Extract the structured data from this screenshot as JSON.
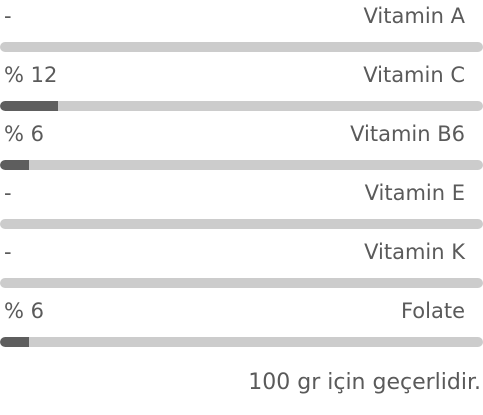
{
  "nutrients": [
    {
      "name": "Vitamin A",
      "value_text": "-",
      "percent": 0
    },
    {
      "name": "Vitamin C",
      "value_text": "% 12",
      "percent": 12
    },
    {
      "name": "Vitamin B6",
      "value_text": "% 6",
      "percent": 6
    },
    {
      "name": "Vitamin E",
      "value_text": "-",
      "percent": 0
    },
    {
      "name": "Vitamin K",
      "value_text": "-",
      "percent": 0
    },
    {
      "name": "Folate",
      "value_text": "% 6",
      "percent": 6
    }
  ],
  "footnote": "100 gr için geçerlidir.",
  "colors": {
    "track": "#cccccc",
    "fill": "#5e5e5e",
    "text": "#5a5a5a"
  }
}
